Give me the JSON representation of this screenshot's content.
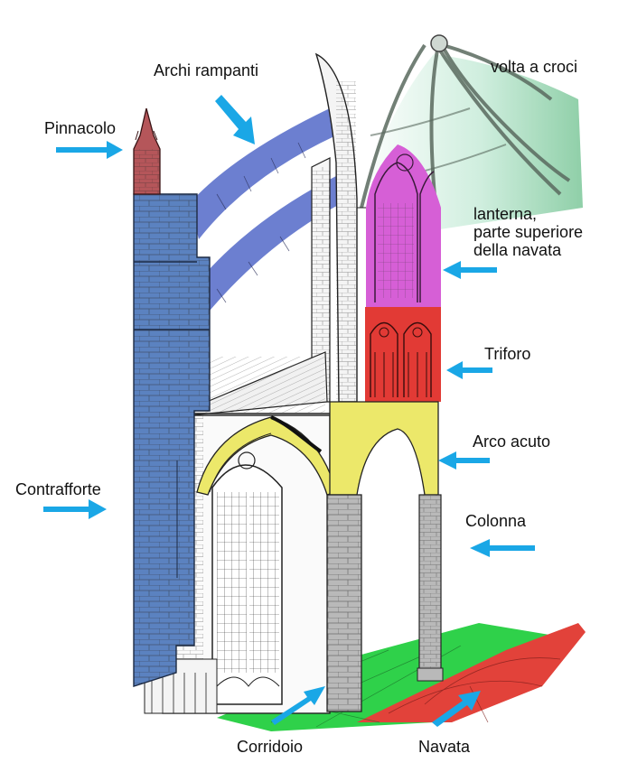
{
  "labels": {
    "pinnacolo": "Pinnacolo",
    "archi_rampanti": "Archi rampanti",
    "volta_a_croci": "volta a croci",
    "lanterna_1": "lanterna,",
    "lanterna_2": "parte superiore",
    "lanterna_3": "della navata",
    "triforo": "Triforo",
    "arco_acuto": "Arco acuto",
    "contrafforte": "Contrafforte",
    "colonna": "Colonna",
    "corridoio": "Corridoio",
    "navata": "Navata"
  },
  "colors": {
    "arrow": "#1aa7e6",
    "pinnacle": "#b5565a",
    "buttress": "#5b82c0",
    "flying_arch": "#6c7fd0",
    "lantern": "#d65fd6",
    "triforium": "#e23a35",
    "pointed_arch": "#ece86a",
    "column": "#b9b9b9",
    "vault": "#9fd6b5",
    "floor_green": "#2fd14a",
    "floor_red": "#e2423a",
    "line": "#333333"
  }
}
